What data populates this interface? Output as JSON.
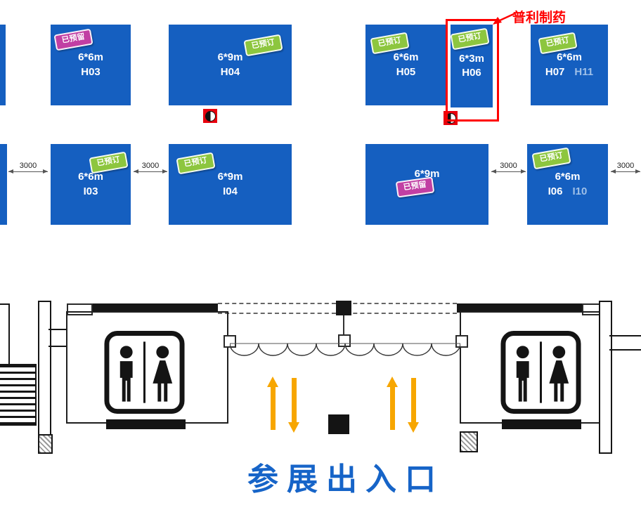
{
  "colors": {
    "booth_blue": "#155fc0",
    "booked_green": "#8dc63f",
    "reserved_magenta": "#c13fa3",
    "highlight_red": "#ff0000",
    "arrow_orange": "#f7a600",
    "title_blue": "#1664c8",
    "plan_black": "#161616"
  },
  "badges": {
    "booked": "已预订",
    "reserved": "已预留"
  },
  "dimension_label": "3000",
  "annotation": {
    "company": "普利制药"
  },
  "entrance_title": "参展出入口",
  "booths": {
    "h03": {
      "size": "6*6m",
      "id": "H03"
    },
    "h04": {
      "size": "6*9m",
      "id": "H04"
    },
    "h05": {
      "size": "6*6m",
      "id": "H05"
    },
    "h06": {
      "size": "6*3m",
      "id": "H06"
    },
    "h07": {
      "size": "6*6m",
      "id": "H07",
      "alt_id": "H11"
    },
    "i03": {
      "size": "6*6m",
      "id": "I03"
    },
    "i04": {
      "size": "6*9m",
      "id": "I04"
    },
    "unlabeled": {
      "size": "6*9m"
    },
    "i06": {
      "size": "6*6m",
      "id": "I06",
      "alt_id": "I10"
    }
  }
}
